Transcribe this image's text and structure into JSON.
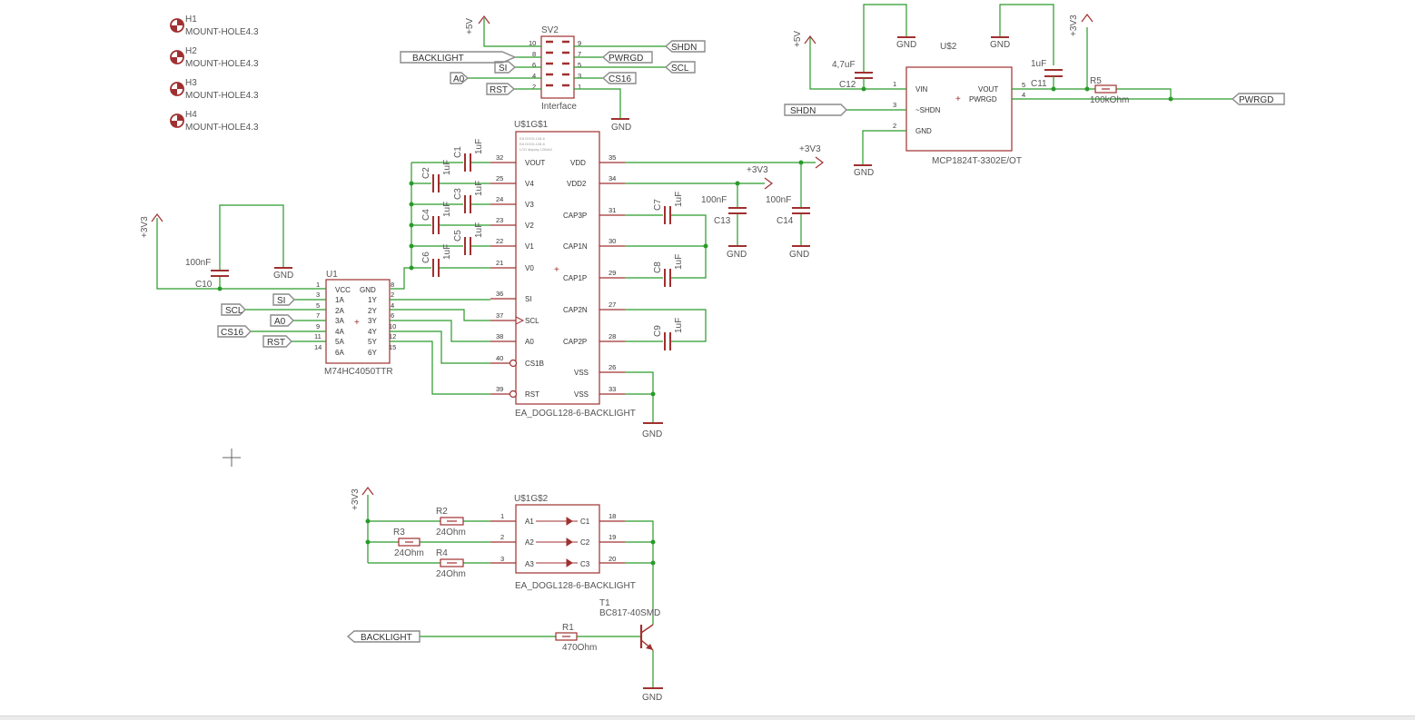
{
  "mount_holes": [
    {
      "name": "H1",
      "value": "MOUNT-HOLE4.3"
    },
    {
      "name": "H2",
      "value": "MOUNT-HOLE4.3"
    },
    {
      "name": "H3",
      "value": "MOUNT-HOLE4.3"
    },
    {
      "name": "H4",
      "value": "MOUNT-HOLE4.3"
    }
  ],
  "supply": {
    "p5v": "+5V",
    "p3v3": "+3V3",
    "gnd": "GND"
  },
  "sv2": {
    "name": "SV2",
    "value": "Interface",
    "pins": [
      "10",
      "9",
      "8",
      "7",
      "6",
      "5",
      "4",
      "3",
      "2",
      "1"
    ],
    "left_labels": [
      "BACKLIGHT",
      "SI",
      "A0",
      "RST"
    ],
    "right_labels": [
      "SHDN",
      "PWRGD",
      "SCL",
      "CS16"
    ]
  },
  "u2": {
    "name": "U$2",
    "value": "MCP1824T-3302E/OT",
    "pins_left": [
      {
        "num": "1",
        "name": "VIN"
      },
      {
        "num": "3",
        "name": "~SHDN"
      },
      {
        "num": "2",
        "name": "GND"
      }
    ],
    "pins_right": [
      {
        "num": "5",
        "name": "VOUT"
      },
      {
        "num": "4",
        "name": "PWRGD"
      }
    ],
    "shdn_label": "SHDN",
    "pwrgd_label": "PWRGD"
  },
  "c11": {
    "name": "C11",
    "value": "1uF"
  },
  "c12": {
    "name": "C12",
    "value": "4,7uF"
  },
  "r5": {
    "name": "R5",
    "value": "100kOhm"
  },
  "g1": {
    "name": "U$1G$1",
    "value": "EA_DOGL128-6-BACKLIGHT",
    "pins_left": [
      {
        "num": "32",
        "name": "VOUT"
      },
      {
        "num": "25",
        "name": "V4"
      },
      {
        "num": "24",
        "name": "V3"
      },
      {
        "num": "23",
        "name": "V2"
      },
      {
        "num": "22",
        "name": "V1"
      },
      {
        "num": "21",
        "name": "V0"
      },
      {
        "num": "36",
        "name": "SI"
      },
      {
        "num": "37",
        "name": "SCL"
      },
      {
        "num": "38",
        "name": "A0"
      },
      {
        "num": "40",
        "name": "CS1B"
      },
      {
        "num": "39",
        "name": "RST"
      }
    ],
    "pins_right": [
      {
        "num": "35",
        "name": "VDD"
      },
      {
        "num": "34",
        "name": "VDD2"
      },
      {
        "num": "31",
        "name": "CAP3P"
      },
      {
        "num": "30",
        "name": "CAP1N"
      },
      {
        "num": "29",
        "name": "CAP1P"
      },
      {
        "num": "27",
        "name": "CAP2N"
      },
      {
        "num": "28",
        "name": "CAP2P"
      },
      {
        "num": "26",
        "name": "VSS"
      },
      {
        "num": "33",
        "name": "VSS"
      }
    ],
    "caps_left": [
      {
        "name": "C1",
        "value": "1uF"
      },
      {
        "name": "C2",
        "value": "1uF"
      },
      {
        "name": "C3",
        "value": "1uF"
      },
      {
        "name": "C4",
        "value": "1uF"
      },
      {
        "name": "C5",
        "value": "1uF"
      },
      {
        "name": "C6",
        "value": "1uF"
      }
    ],
    "caps_right": [
      {
        "name": "C7",
        "value": "1uF"
      },
      {
        "name": "C8",
        "value": "1uF"
      },
      {
        "name": "C9",
        "value": "1uF"
      }
    ],
    "c13": {
      "name": "C13",
      "value": "100nF"
    },
    "c14": {
      "name": "C14",
      "value": "100nF"
    }
  },
  "u1": {
    "name": "U1",
    "value": "M74HC4050TTR",
    "pins_left": [
      {
        "num": "1",
        "name": "VCC"
      },
      {
        "num": "3",
        "name": "1A"
      },
      {
        "num": "5",
        "name": "2A"
      },
      {
        "num": "7",
        "name": "3A"
      },
      {
        "num": "9",
        "name": "4A"
      },
      {
        "num": "11",
        "name": "5A"
      },
      {
        "num": "14",
        "name": "6A"
      }
    ],
    "pins_right": [
      {
        "num": "8",
        "name": "GND"
      },
      {
        "num": "2",
        "name": "1Y"
      },
      {
        "num": "4",
        "name": "2Y"
      },
      {
        "num": "6",
        "name": "3Y"
      },
      {
        "num": "10",
        "name": "4Y"
      },
      {
        "num": "12",
        "name": "5Y"
      },
      {
        "num": "15",
        "name": "6Y"
      }
    ],
    "input_labels": [
      "SI",
      "SCL",
      "A0",
      "CS16",
      "RST"
    ]
  },
  "c10": {
    "name": "C10",
    "value": "100nF"
  },
  "g2": {
    "name": "U$1G$2",
    "value": "EA_DOGL128-6-BACKLIGHT",
    "pins_left": [
      {
        "num": "1",
        "name": "A1"
      },
      {
        "num": "2",
        "name": "A2"
      },
      {
        "num": "3",
        "name": "A3"
      }
    ],
    "pins_right": [
      {
        "num": "18",
        "name": "C1"
      },
      {
        "num": "19",
        "name": "C2"
      },
      {
        "num": "20",
        "name": "C3"
      }
    ]
  },
  "r2": {
    "name": "R2",
    "value": "24Ohm"
  },
  "r3": {
    "name": "R3",
    "value": "24Ohm"
  },
  "r4": {
    "name": "R4",
    "value": "24Ohm"
  },
  "r1": {
    "name": "R1",
    "value": "470Ohm"
  },
  "t1": {
    "name": "T1",
    "value": "BC817-40SMD"
  },
  "backlight_label": "BACKLIGHT",
  "colors": {
    "wire": "#2a9a2a",
    "symbol": "#a03030",
    "label": "#8a8a8a"
  }
}
